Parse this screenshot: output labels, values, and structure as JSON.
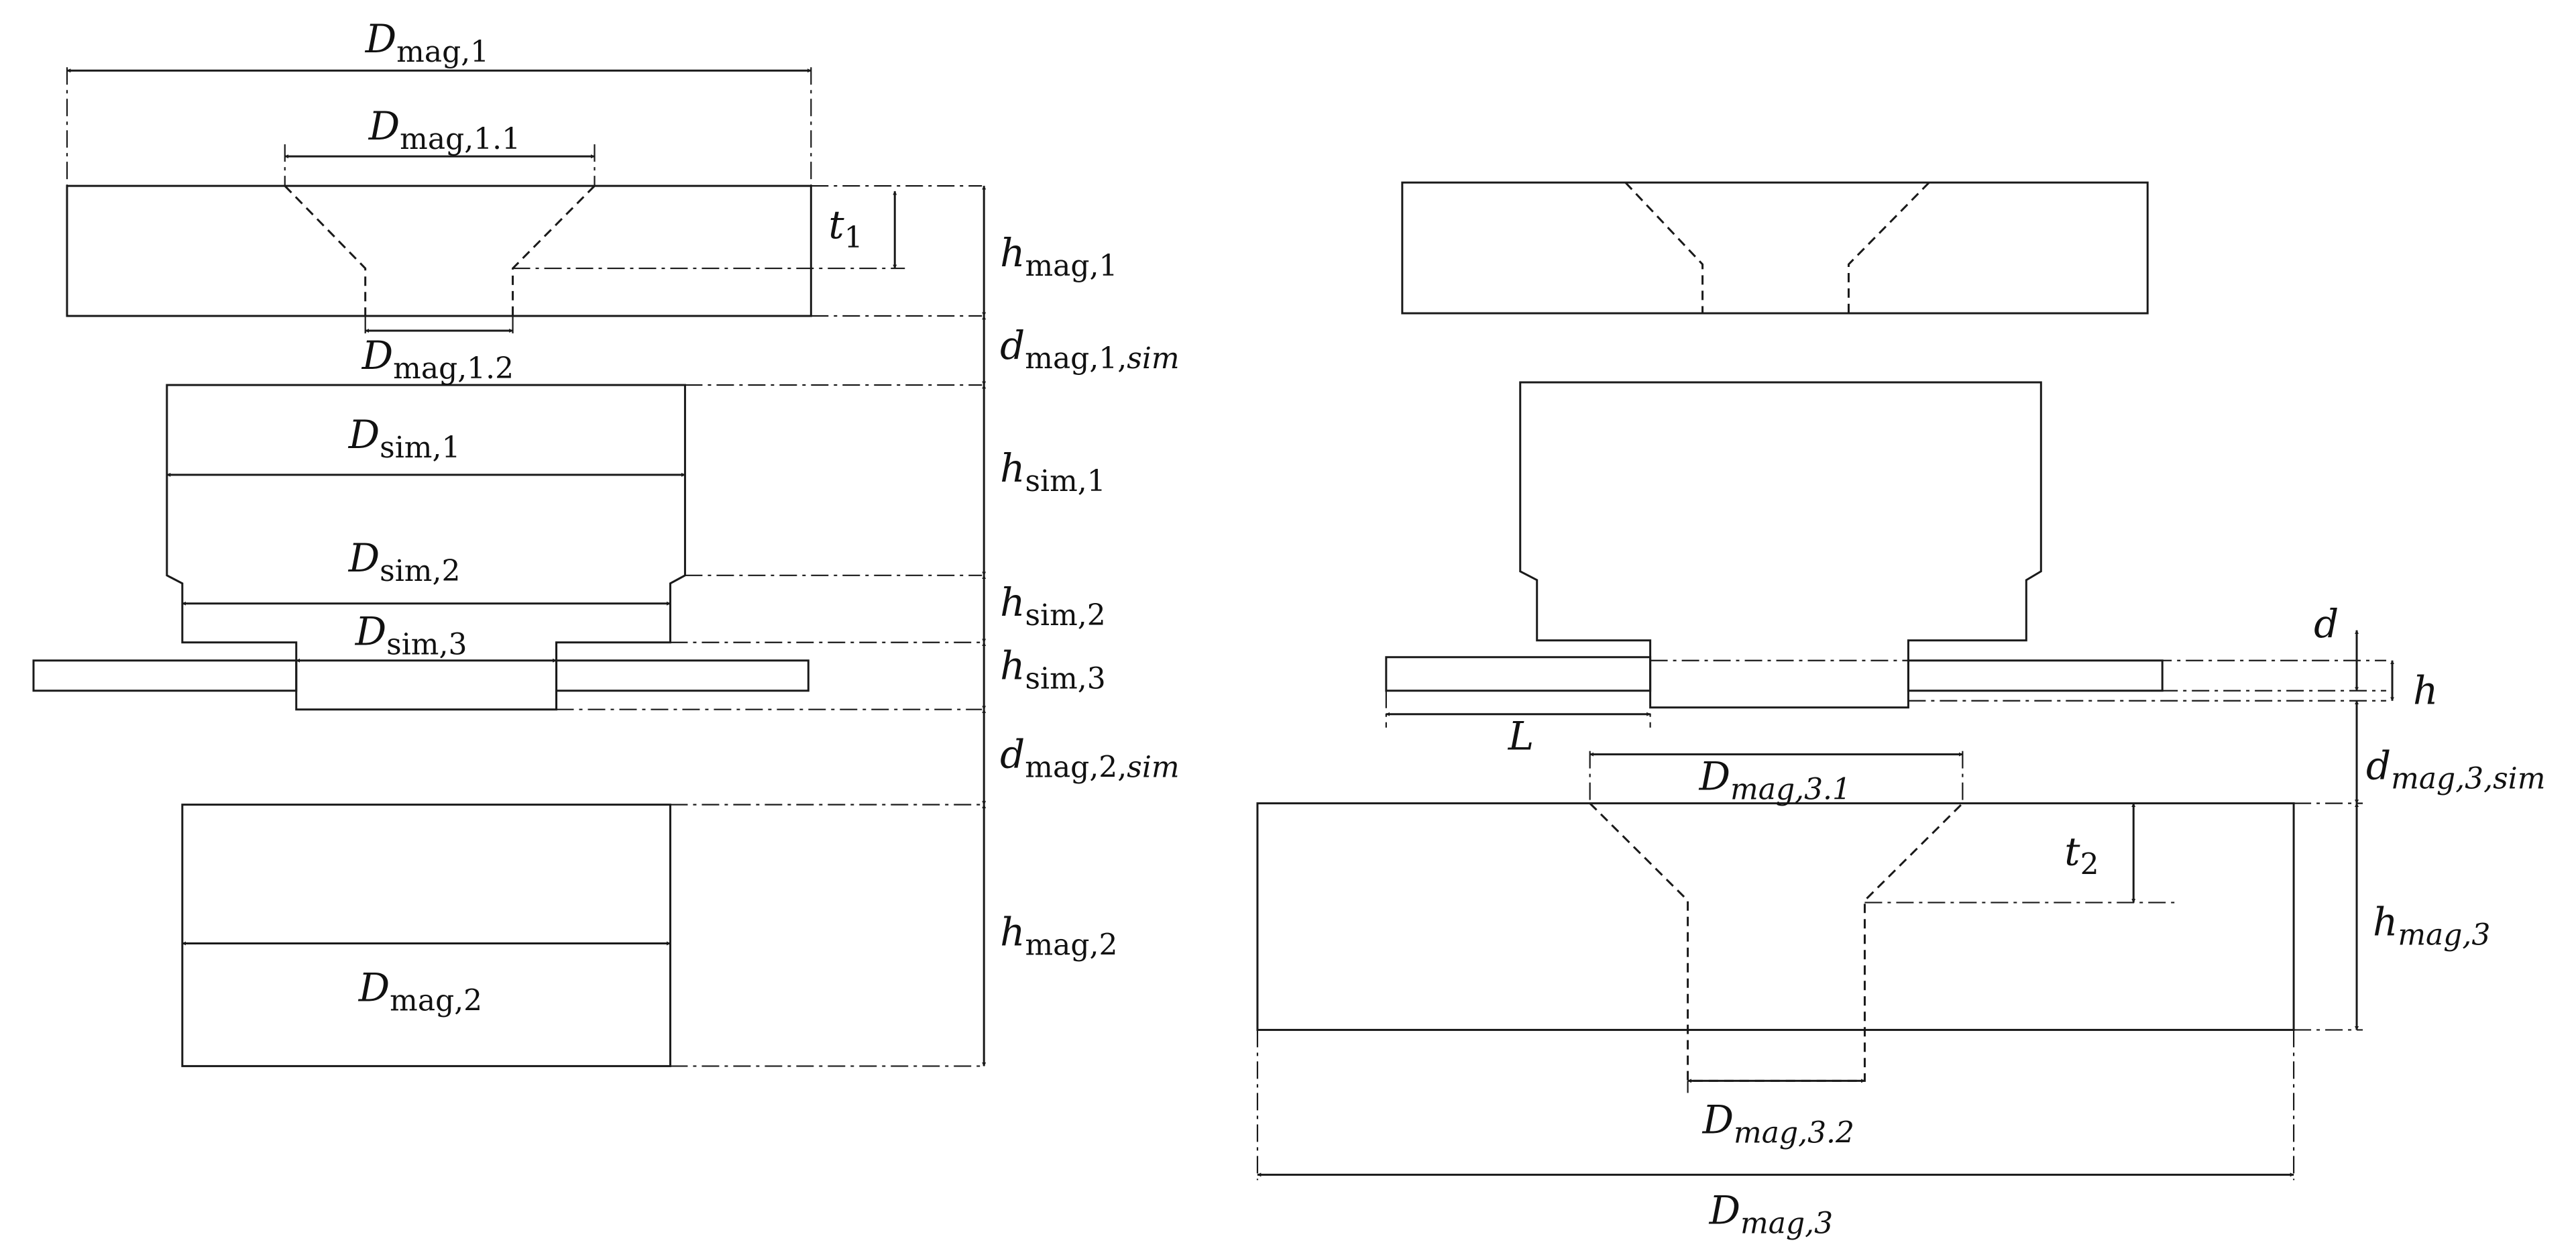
{
  "labels": {
    "d_mag1": {
      "main": "D",
      "sub": "mag,1"
    },
    "d_mag11": {
      "main": "D",
      "sub": "mag,1.1"
    },
    "d_mag12": {
      "main": "D",
      "sub": "mag,1.2"
    },
    "t1": {
      "main": "t",
      "sub": "1"
    },
    "h_mag1": {
      "main": "h",
      "sub": "mag,1"
    },
    "d_mag1sim": {
      "main": "d",
      "sub": "mag,1,",
      "subi": "sim"
    },
    "d_sim1": {
      "main": "D",
      "sub": "sim,1"
    },
    "h_sim1": {
      "main": "h",
      "sub": "sim,1"
    },
    "d_sim2": {
      "main": "D",
      "sub": "sim,2"
    },
    "h_sim2": {
      "main": "h",
      "sub": "sim,2"
    },
    "d_sim3": {
      "main": "D",
      "sub": "sim,3"
    },
    "h_sim3": {
      "main": "h",
      "sub": "sim,3"
    },
    "d_mag2sim": {
      "main": "d",
      "sub": "mag,2,",
      "subi": "sim"
    },
    "d_mag2": {
      "main": "D",
      "sub": "mag,2"
    },
    "h_mag2": {
      "main": "h",
      "sub": "mag,2"
    },
    "d_small": {
      "main": "d"
    },
    "h_small": {
      "main": "h"
    },
    "L": {
      "main": "L"
    },
    "d_mag3sim": {
      "main": "d",
      "subi": "mag,3,sim"
    },
    "d_mag31": {
      "main": "D",
      "subi": "mag,3.1"
    },
    "t2": {
      "main": "t",
      "sub": "2"
    },
    "h_mag3": {
      "main": "h",
      "subi": "mag,3"
    },
    "d_mag32": {
      "main": "D",
      "subi": "mag,3.2"
    },
    "d_mag3": {
      "main": "D",
      "subi": "mag,3"
    }
  }
}
